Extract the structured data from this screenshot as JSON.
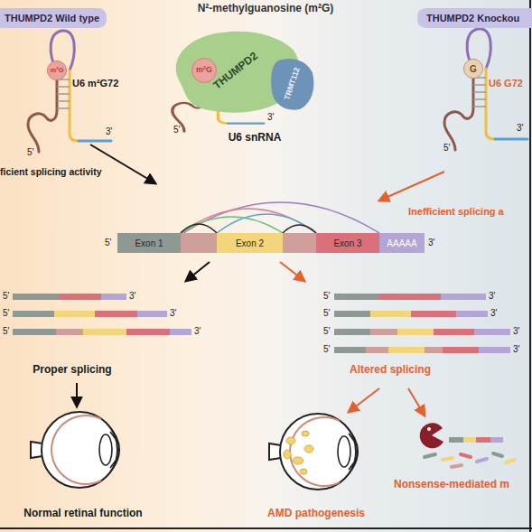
{
  "diagram": {
    "title": "N²-methylguanosine (m²G)",
    "nodes": [
      {
        "text": [
          "THUMPD2 Wild type"
        ]
      },
      {
        "text": [
          "m²G"
        ]
      },
      {
        "text": [
          "THUMPD2"
        ]
      },
      {
        "text": [
          "m²G"
        ]
      },
      {
        "text": [
          "TRMT112"
        ]
      },
      {
        "text": [
          "THUMPD2 Knockou"
        ]
      },
      {
        "text": [
          "G"
        ]
      },
      {
        "text": [
          "Exon 1"
        ]
      },
      {
        "text": [
          "Exon 2"
        ]
      },
      {
        "text": [
          "Exon 3"
        ]
      },
      {
        "text": [
          "AAAAA"
        ]
      }
    ],
    "labels": [
      "U6 m²G72",
      "5'",
      "3'",
      "5'",
      "3'",
      "U6 snRNA",
      "U6 G72",
      "5'",
      "3'",
      "ficient splicing activity",
      "Inefficient splicing a",
      "5'",
      "3'",
      "5'",
      "3'",
      "5'",
      "3'",
      "5'",
      "3'",
      "Proper splicing",
      "Normal retinal function",
      "5'",
      "3'",
      "5'",
      "3'",
      "5'",
      "3'",
      "5'",
      "3'",
      "Altered splicing",
      "AMD pathogenesis",
      "Nonsense-mediated m"
    ]
  }
}
